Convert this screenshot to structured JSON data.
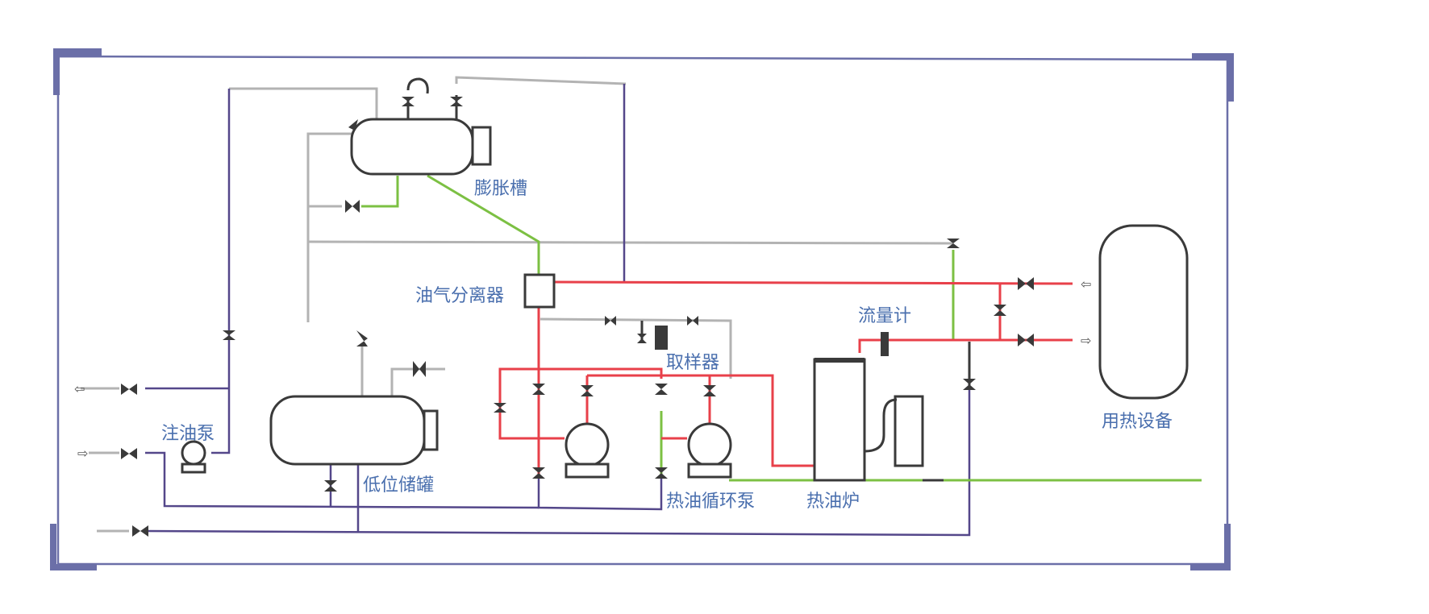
{
  "title": "导热油循环系统流程图",
  "colors": {
    "border": "#6b6fa8",
    "hot_oil_pipe": "#e8404a",
    "gas_pipe": "#b3b3b3",
    "return_pipe": "#54478a",
    "vent_pipe": "#7cc043",
    "equipment": "#3a3a3a",
    "label": "#4a6fae"
  },
  "labels": {
    "expansion_tank": "膨胀槽",
    "oil_gas_separator": "油气分离器",
    "sampler": "取样器",
    "flow_meter": "流量计",
    "heat_user": "用热设备",
    "fill_pump": "注油泵",
    "low_tank": "低位储罐",
    "circulation_pump": "热油循环泵",
    "furnace": "热油炉"
  },
  "legend_arrows": {
    "outlet_arrow": "⇦",
    "inlet_arrow": "⇨"
  }
}
